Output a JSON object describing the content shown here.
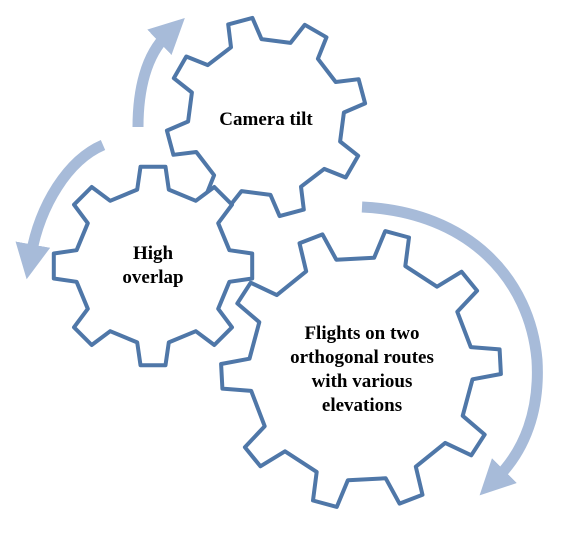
{
  "diagram": {
    "colors": {
      "gear_stroke": "#4f77a8",
      "gear_fill": "#ffffff",
      "arrow": "#a7bbd9",
      "text": "#000000"
    },
    "gears": [
      {
        "id": "camera",
        "lines": [
          "Camera tilt"
        ]
      },
      {
        "id": "overlap",
        "lines": [
          "High",
          "overlap"
        ]
      },
      {
        "id": "flights",
        "lines": [
          "Flights on two",
          "orthogonal routes",
          "with various",
          "elevations"
        ]
      }
    ],
    "arrows": [
      {
        "name": "arrow-upper-left",
        "direction": "clockwise"
      },
      {
        "name": "arrow-left",
        "direction": "counter-clockwise"
      },
      {
        "name": "arrow-right",
        "direction": "clockwise"
      }
    ]
  }
}
